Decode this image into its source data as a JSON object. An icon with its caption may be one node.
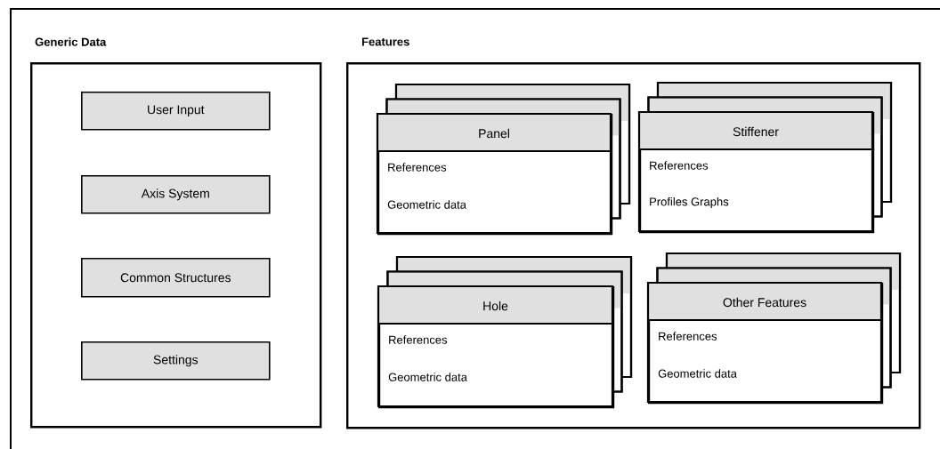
{
  "diagram": {
    "nodes": [
      {
        "text": [
          "Generic Data"
        ]
      },
      {
        "text": [
          "User Input"
        ],
        "in": 0
      },
      {
        "text": [
          "Axis System"
        ],
        "in": 0
      },
      {
        "text": [
          "Common Structures"
        ],
        "in": 0
      },
      {
        "text": [
          "Settings"
        ],
        "in": 0
      },
      {
        "text": [
          "Features"
        ]
      },
      {
        "text": [
          "Panel",
          "References",
          "Geometric data"
        ],
        "in": 5
      },
      {
        "text": [
          "Stiffener",
          "References",
          "Profiles Graphs"
        ],
        "in": 5
      },
      {
        "text": [
          "Hole",
          "References",
          "Geometric data"
        ],
        "in": 5
      },
      {
        "text": [
          "Other Features",
          "References",
          "Geometric data"
        ],
        "in": 5
      }
    ],
    "edges": []
  }
}
